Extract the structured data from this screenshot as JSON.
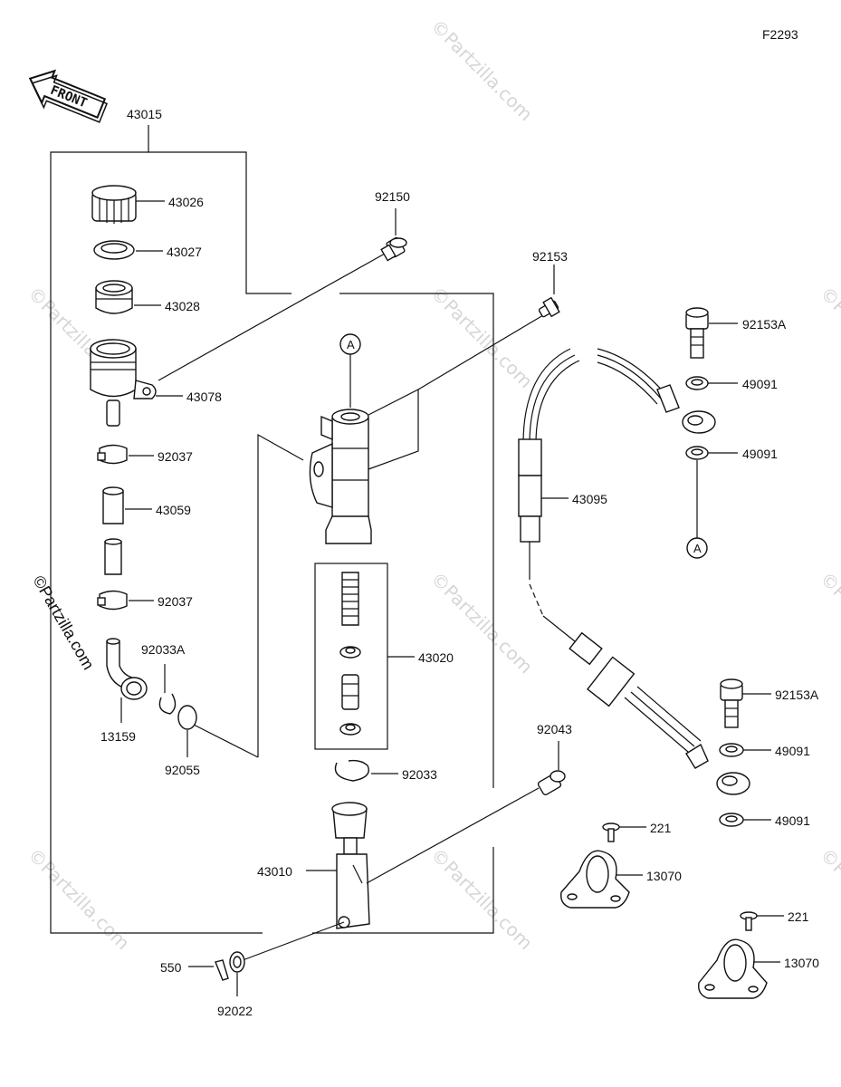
{
  "figure_code": "F2293",
  "front_label": "FRONT",
  "watermark": "©Partzilla.com",
  "callout_A": "A",
  "parts": {
    "p43015": "43015",
    "p43026": "43026",
    "p43027": "43027",
    "p43028": "43028",
    "p43078": "43078",
    "p92037a": "92037",
    "p43059": "43059",
    "p92037b": "92037",
    "p92033A": "92033A",
    "p13159": "13159",
    "p92055": "92055",
    "p92150": "92150",
    "p92153": "92153",
    "p43020": "43020",
    "p92033": "92033",
    "p43010": "43010",
    "p550": "550",
    "p92022": "92022",
    "p92043": "92043",
    "p92153A_top": "92153A",
    "p49091_1": "49091",
    "p49091_2": "49091",
    "p43095": "43095",
    "p92153A_bot": "92153A",
    "p49091_3": "49091",
    "p49091_4": "49091",
    "p221a": "221",
    "p13070a": "13070",
    "p221b": "221",
    "p13070b": "13070"
  }
}
